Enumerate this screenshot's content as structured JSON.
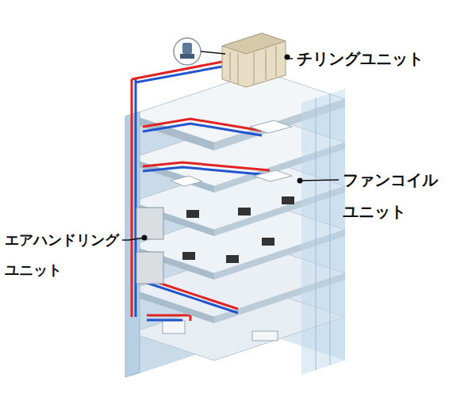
{
  "diagram": {
    "labels": [
      "チリングユニット",
      "ファンコイル ユニット",
      "エアハンドリング ユニット"
    ]
  }
}
